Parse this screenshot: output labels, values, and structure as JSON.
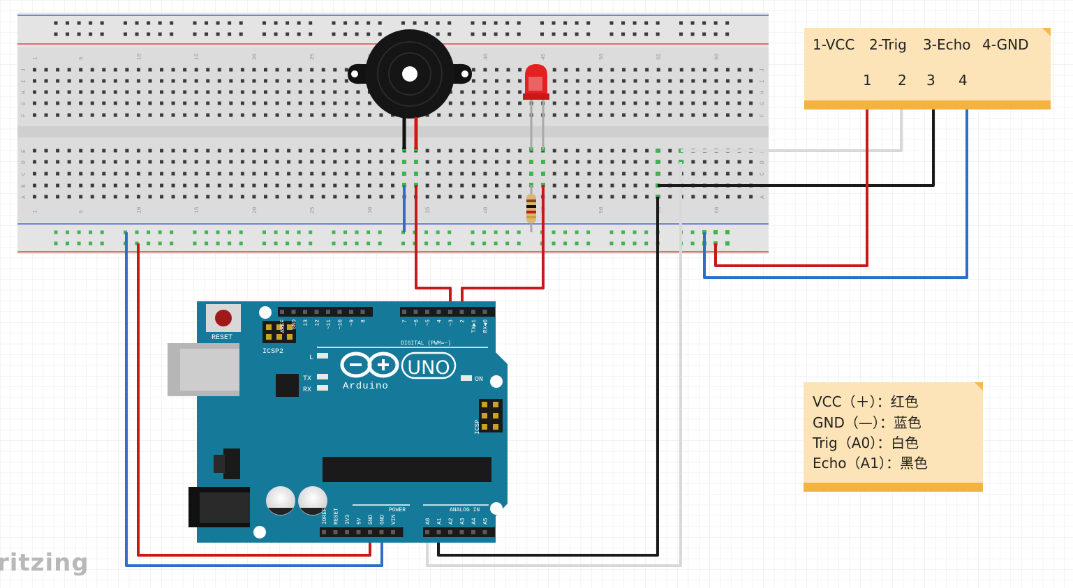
{
  "note_pinout": {
    "labels": [
      "1-VCC",
      "2-Trig",
      "3-Echo",
      "4-GND"
    ],
    "pins": [
      "1",
      "2",
      "3",
      "4"
    ]
  },
  "note_wiring": {
    "rows": [
      {
        "name": "VCC",
        "signal": "（＋）：",
        "color_name": "红色"
      },
      {
        "name": "GND",
        "signal": "（—）：",
        "color_name": "蓝色"
      },
      {
        "name": "Trig",
        "signal": "（A0）：",
        "color_name": "白色"
      },
      {
        "name": "Echo",
        "signal": "（A1）：",
        "color_name": "黑色"
      }
    ]
  },
  "board": {
    "reset_label": "RESET",
    "icsp2_label": "ICSP2",
    "icsp_label": "ICSP",
    "logo_text": "Arduino",
    "model": "UNO",
    "digital_label": "DIGITAL (PWM=~)",
    "power_label": "POWER",
    "analog_label": "ANALOG IN",
    "on_label": "ON",
    "l_label": "L",
    "tx_label": "TX",
    "rx_label": "RX",
    "digital_pins": [
      "AREF",
      "GND",
      "13",
      "12",
      "~11",
      "~10",
      "~9",
      "8",
      "7",
      "~6",
      "~5",
      "4",
      "~3",
      "2",
      "TX▶1",
      "RX◀0"
    ],
    "power_pins": [
      "IOREF",
      "RESET",
      "3V3",
      "5V",
      "GND",
      "GND",
      "VIN"
    ],
    "analog_pins": [
      "A0",
      "A1",
      "A2",
      "A3",
      "A4",
      "A5"
    ]
  },
  "breadboard": {
    "row_letters_top": [
      "J",
      "I",
      "H",
      "G",
      "F"
    ],
    "row_letters_bottom": [
      "E",
      "D",
      "C",
      "B",
      "A"
    ],
    "column_numbers": [
      "1",
      "5",
      "10",
      "15",
      "20",
      "25",
      "30",
      "35",
      "40",
      "45",
      "50",
      "55",
      "60"
    ]
  },
  "watermark": "ritzing",
  "colors": {
    "vcc_wire": "#c81818",
    "gnd_wire": "#2d6fc8",
    "trig_wire": "#d8d8d8",
    "echo_wire": "#1a1a1a",
    "board_blue": "#157a9a",
    "note_fill": "#fde4b8",
    "note_band": "#f4b23f"
  }
}
